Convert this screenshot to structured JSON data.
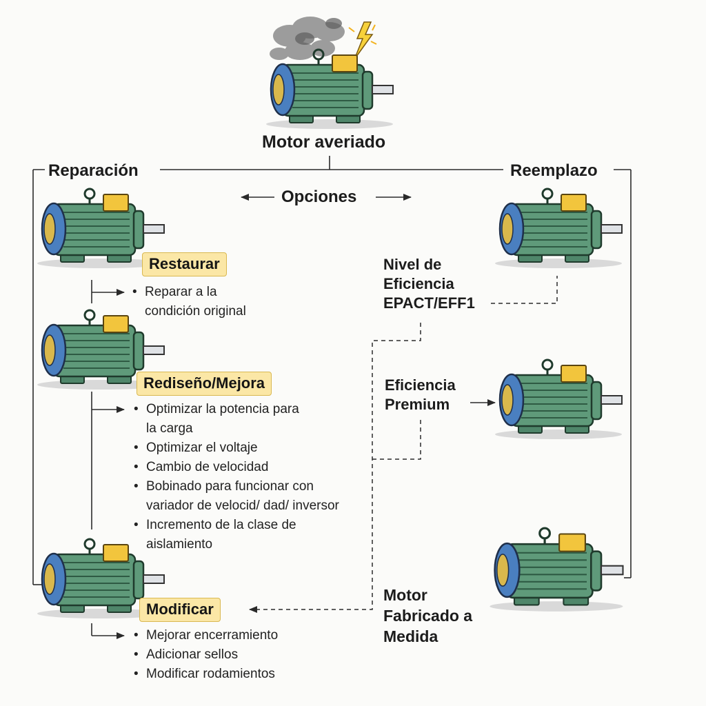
{
  "header": {
    "title": "Motor averiado",
    "options_label": "Opciones"
  },
  "repair": {
    "title": "Reparación",
    "items": [
      {
        "tag": "Restaurar",
        "bullets": [
          "Reparar a la condición original"
        ]
      },
      {
        "tag": "Rediseño/Mejora",
        "bullets": [
          "Optimizar la potencia para la carga",
          "Optimizar el voltaje",
          "Cambio de velocidad",
          "Bobinado para funcionar con variador de velocid/ dad/ inversor",
          "Incremento de la clase de aislamiento"
        ]
      },
      {
        "tag": "Modificar",
        "bullets": [
          "Mejorar encerramiento",
          "Adicionar sellos",
          "Modificar rodamientos"
        ]
      }
    ]
  },
  "replace": {
    "title": "Reemplazo",
    "items": [
      {
        "label": "Nivel de Eficiencia EPACT/EFF1"
      },
      {
        "label": "Eficiencia Premium"
      },
      {
        "label": "Motor Fabricado a Medida"
      }
    ]
  },
  "colors": {
    "motor_body": "#5f9a7a",
    "motor_endcap": "#4a7fc0",
    "terminal_box": "#f2c53d",
    "tag_bg": "#fbe7a6",
    "line": "#2a2a2a"
  },
  "icons": [
    "broken-motor-icon",
    "electric-motor-icon",
    "smoke-icon",
    "spark-icon",
    "arrow-icon"
  ]
}
